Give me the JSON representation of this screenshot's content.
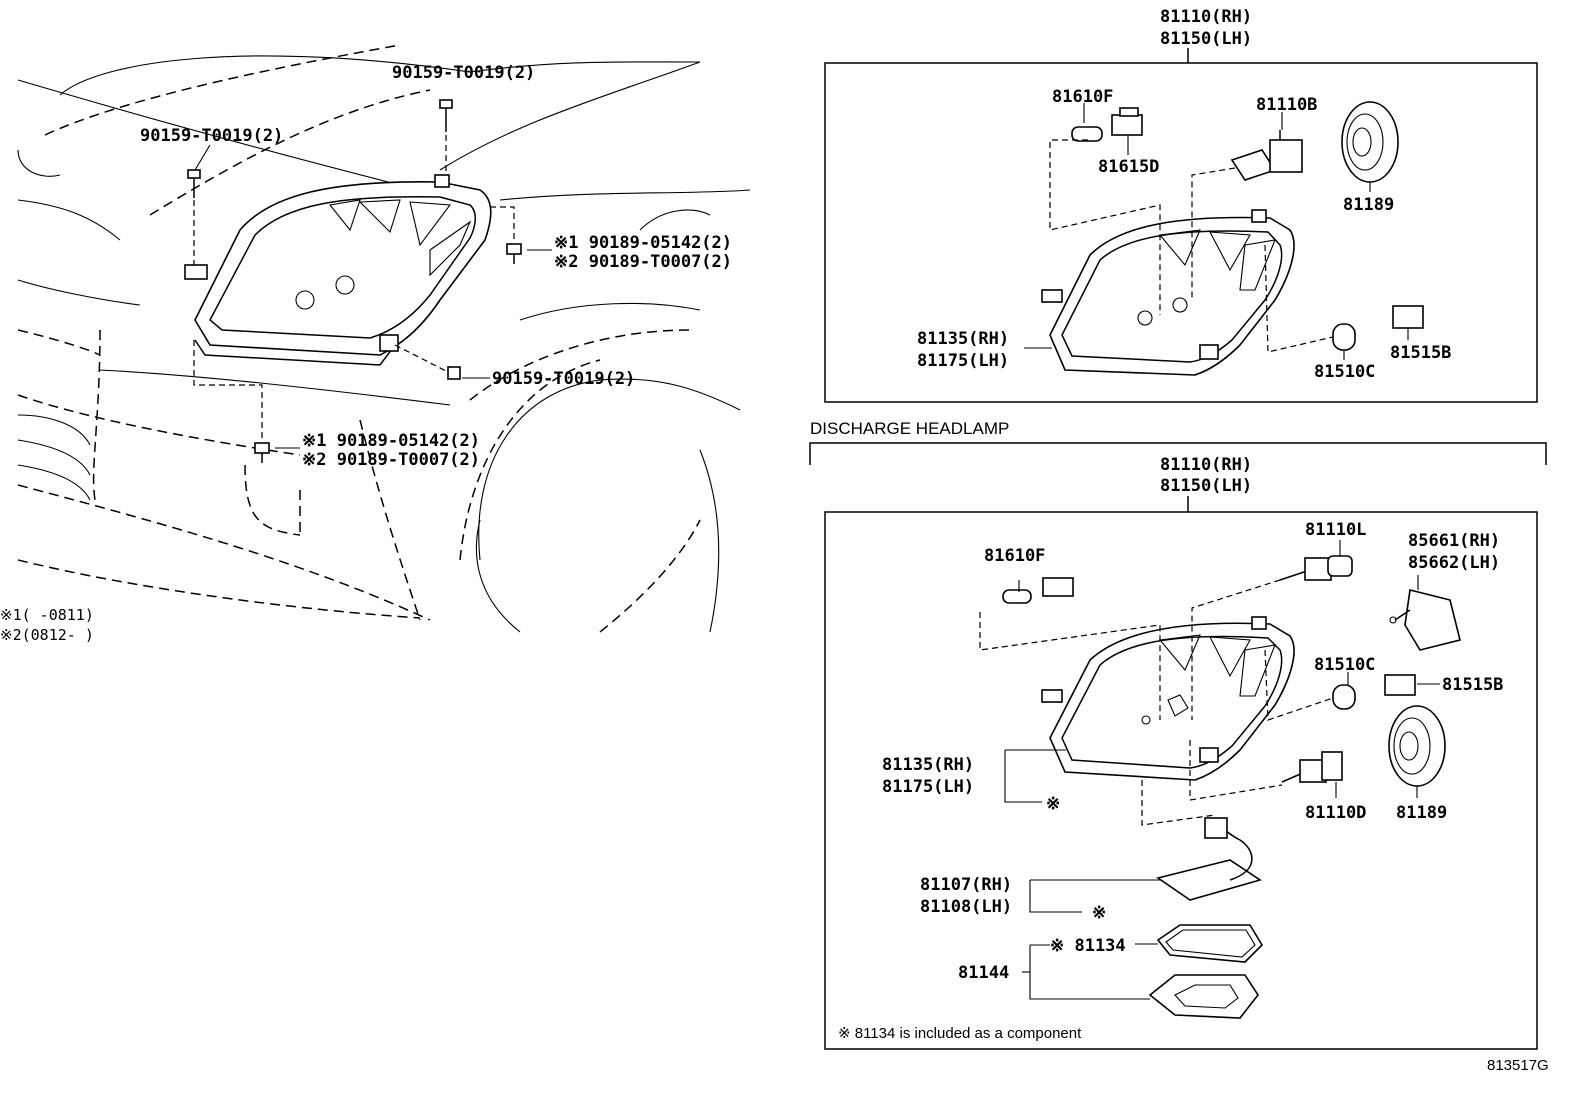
{
  "left": {
    "bolt_top": "90159-T0019(2)",
    "bolt_left": "90159-T0019(2)",
    "bolt_bottom": "90159-T0019(2)",
    "clip_right_1": "※1 90189-05142(2)",
    "clip_right_2": "※2 90189-T0007(2)",
    "clip_bottom_1": "※1 90189-05142(2)",
    "clip_bottom_2": "※2 90189-T0007(2)",
    "legend_1": "※1(    -0811)",
    "legend_2": "※2(0812-    )"
  },
  "upper": {
    "assy_rh": "81110(RH)",
    "assy_lh": "81150(LH)",
    "bulb_81610f": "81610F",
    "socket_81615d": "81615D",
    "bulb_81110b": "81110B",
    "cover_81189": "81189",
    "housing_rh": "81135(RH)",
    "housing_lh": "81175(LH)",
    "bulb_81510c": "81510C",
    "socket_81515b": "81515B"
  },
  "lower": {
    "section_title": "DISCHARGE HEADLAMP",
    "assy_rh": "81110(RH)",
    "assy_lh": "81150(LH)",
    "bulb_81610f": "81610F",
    "bulb_81110l": "81110L",
    "actuator_rh": "85661(RH)",
    "actuator_lh": "85662(LH)",
    "bulb_81510c": "81510C",
    "socket_81515b": "81515B",
    "housing_rh": "81135(RH)",
    "housing_lh": "81175(LH)",
    "mark_housing": "※",
    "bulb_81110d": "81110D",
    "cover_81189": "81189",
    "ballast_rh": "81107(RH)",
    "ballast_lh": "81108(LH)",
    "mark_ballast": "※",
    "gasket_81134": "※ 81134",
    "cover_81144": "81144",
    "footnote": "※ 81134 is included as a component"
  },
  "figure_code": "813517G"
}
